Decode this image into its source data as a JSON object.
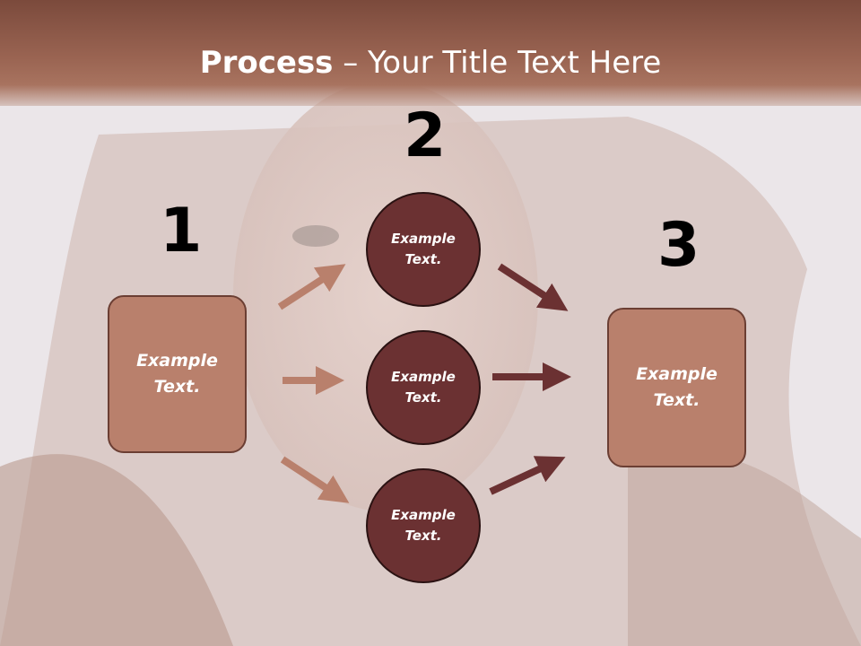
{
  "title": {
    "bold": "Process",
    "rest": " – Your Title Text Here"
  },
  "steps": [
    "1",
    "2",
    "3"
  ],
  "box_left": {
    "text": "Example\nText."
  },
  "box_right": {
    "text": "Example\nText."
  },
  "circles": [
    {
      "text": "Example\nText."
    },
    {
      "text": "Example\nText."
    },
    {
      "text": "Example\nText."
    }
  ],
  "colors": {
    "title_band": "#9a6452",
    "box_fill": "#b9806c",
    "circle_fill": "#6b3132",
    "arrow_light": "#b9806c",
    "arrow_dark": "#6b3132"
  }
}
